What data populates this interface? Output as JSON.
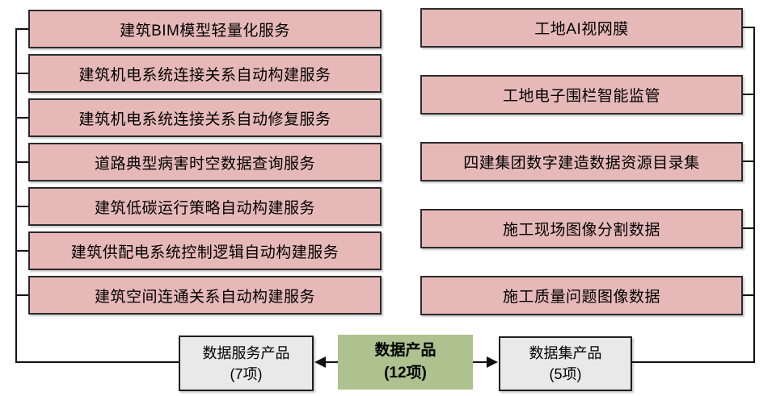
{
  "diagram": {
    "root": {
      "title": "数据产品",
      "count": "(12项)"
    },
    "service_group": {
      "label": "数据服务产品",
      "count": "(7项)",
      "items": [
        "建筑BIM模型轻量化服务",
        "建筑机电系统连接关系自动构建服务",
        "建筑机电系统连接关系自动修复服务",
        "道路典型病害时空数据查询服务",
        "建筑低碳运行策略自动构建服务",
        "建筑供配电系统控制逻辑自动构建服务",
        "建筑空间连通关系自动构建服务"
      ]
    },
    "dataset_group": {
      "label": "数据集产品",
      "count": "(5项)",
      "items": [
        "工地AI视网膜",
        "工地电子围栏智能监管",
        "四建集团数字建造数据资源目录集",
        "施工现场图像分割数据",
        "施工质量问题图像数据"
      ]
    },
    "colors": {
      "item_fill": "#e6b9b8",
      "item_border": "#2b2b2b",
      "root_fill": "#adc28e",
      "group_fill": "#e9e9e9",
      "connector": "#111111"
    }
  }
}
